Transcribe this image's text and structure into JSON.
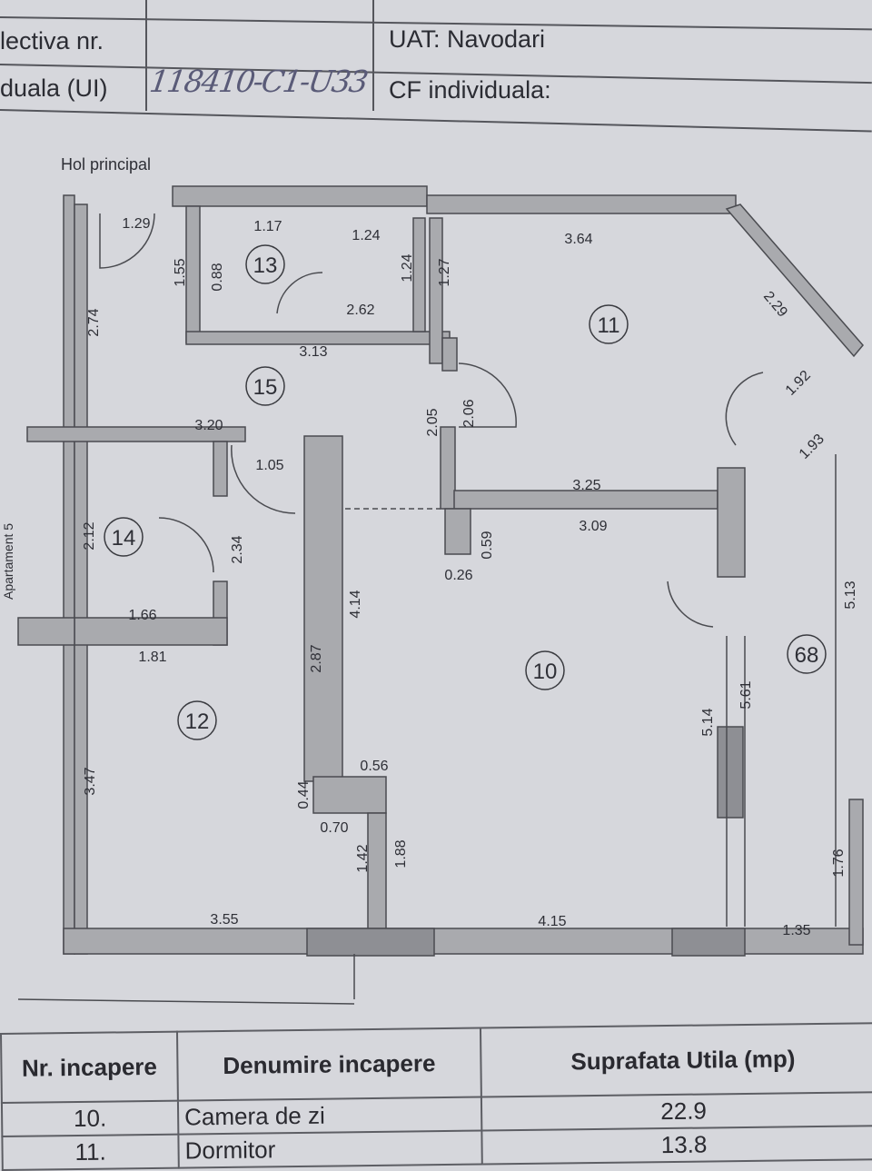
{
  "header": {
    "row1_label": "lectiva nr.",
    "row1_value": "",
    "uat": "UAT: Navodari",
    "row2_label": "duala (UI)",
    "row2_value": "118410-C1-U33",
    "cf": "CF individuala:"
  },
  "plan": {
    "hol_label": "Hol principal",
    "neighbor_label": "Apartament 5",
    "rooms": [
      "13",
      "15",
      "11",
      "14",
      "10",
      "68",
      "12"
    ],
    "dims": [
      "1.29",
      "1.17",
      "1.24",
      "3.64",
      "1.55",
      "0.88",
      "1.24",
      "1.27",
      "2.62",
      "2.74",
      "3.13",
      "2.29",
      "1.92",
      "1.93",
      "2.05",
      "2.06",
      "3.20",
      "1.05",
      "3.25",
      "3.09",
      "0.59",
      "0.26",
      "2.12",
      "2.34",
      "4.14",
      "5.13",
      "1.66",
      "1.81",
      "2.87",
      "5.14",
      "5.61",
      "0.56",
      "0.44",
      "0.70",
      "3.47",
      "1.42",
      "1.88",
      "1.76",
      "3.55",
      "4.15",
      "1.35"
    ]
  },
  "table": {
    "headers": [
      "Nr. incapere",
      "Denumire incapere",
      "Suprafata Utila (mp)"
    ],
    "rows": [
      {
        "nr": "10.",
        "name": "Camera de zi",
        "area": "22.9"
      },
      {
        "nr": "11.",
        "name": "Dormitor",
        "area": "13.8"
      }
    ]
  }
}
